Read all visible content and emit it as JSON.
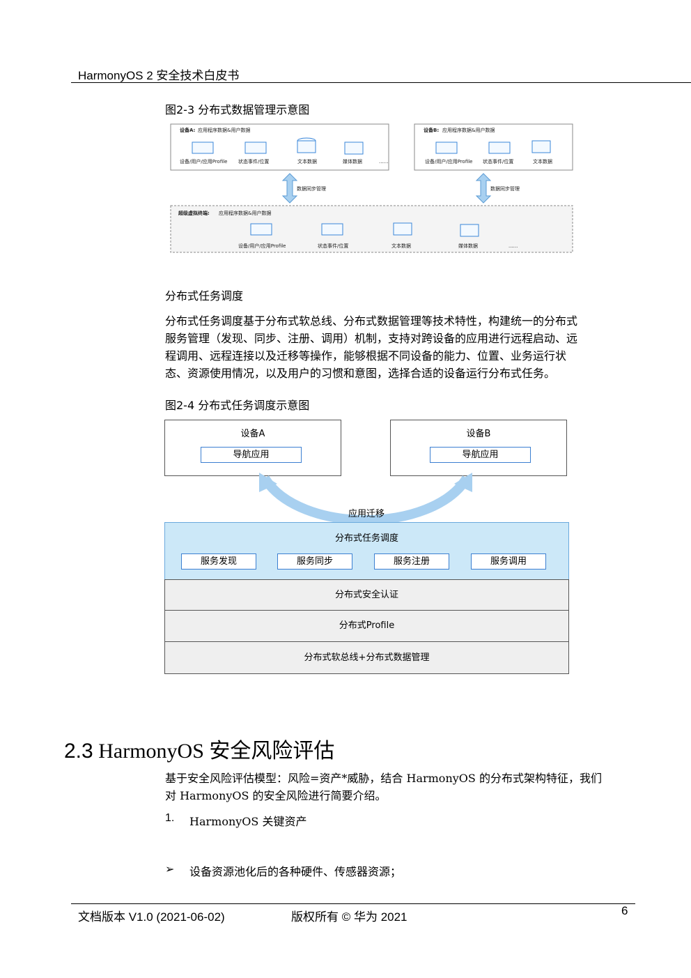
{
  "header": {
    "title": "HarmonyOS 2 安全技术白皮书"
  },
  "fig23": {
    "caption": "图2-3  分布式数据管理示意图",
    "deviceA": {
      "title": "设备A:",
      "subtitle": "应用程序数据&用户数据",
      "items": [
        "设备/用户/应用Profile",
        "状态事件/位置",
        "文本数据",
        "媒体数据",
        "......"
      ]
    },
    "deviceB": {
      "title": "设备B:",
      "subtitle": "应用程序数据&用户数据",
      "items": [
        "设备/用户/应用Profile",
        "状态事件/位置",
        "文本数据"
      ]
    },
    "syncA": "数据同步管理",
    "syncB": "数据同步管理",
    "virtual": {
      "title": "超级虚拟终端:",
      "subtitle": "应用程序数据&用户数据",
      "items": [
        "设备/用户/应用Profile",
        "状态事件/位置",
        "文本数据",
        "媒体数据",
        "......"
      ]
    }
  },
  "section_task": {
    "heading": "分布式任务调度",
    "paragraph": [
      "分布式任务调度基于分布式软总线、分布式数据管理等技术特性，构建统一的分布式",
      "服务管理（发现、同步、注册、调用）机制，支持对跨设备的应用进行远程启动、远",
      "程调用、远程连接以及迁移等操作，能够根据不同设备的能力、位置、业务运行状",
      "态、资源使用情况，以及用户的习惯和意图，选择合适的设备运行分布式任务。"
    ]
  },
  "fig24": {
    "caption": "图2-4  分布式任务调度示意图",
    "deviceA": "设备A",
    "deviceB": "设备B",
    "navA": "导航应用",
    "navB": "导航应用",
    "migrate": "应用迁移",
    "scheduler": "分布式任务调度",
    "services": [
      "服务发现",
      "服务同步",
      "服务注册",
      "服务调用"
    ],
    "layer_auth": "分布式安全认证",
    "layer_profile": "分布式Profile",
    "layer_bus": "分布式软总线+分布式数据管理",
    "colors": {
      "scheduler_bg": "#cce8f8",
      "arrow": "#a8d0f0",
      "box_border": "#3b7fd1"
    }
  },
  "section23": {
    "number": "2.3",
    "title": "HarmonyOS 安全风险评估",
    "paragraph": [
      "基于安全风险评估模型：风险=资产*威胁，结合 HarmonyOS 的分布式架构特征，我们",
      "对 HarmonyOS 的安全风险进行简要介绍。"
    ],
    "list_num": "1.",
    "list_text": "HarmonyOS 关键资产",
    "bullet_icon": "➢",
    "bullet_text": "设备资源池化后的各种硬件、传感器资源；"
  },
  "footer": {
    "version": "文档版本 V1.0 (2021-06-02)",
    "copyright": "版权所有 © 华为 2021",
    "page": "6"
  }
}
